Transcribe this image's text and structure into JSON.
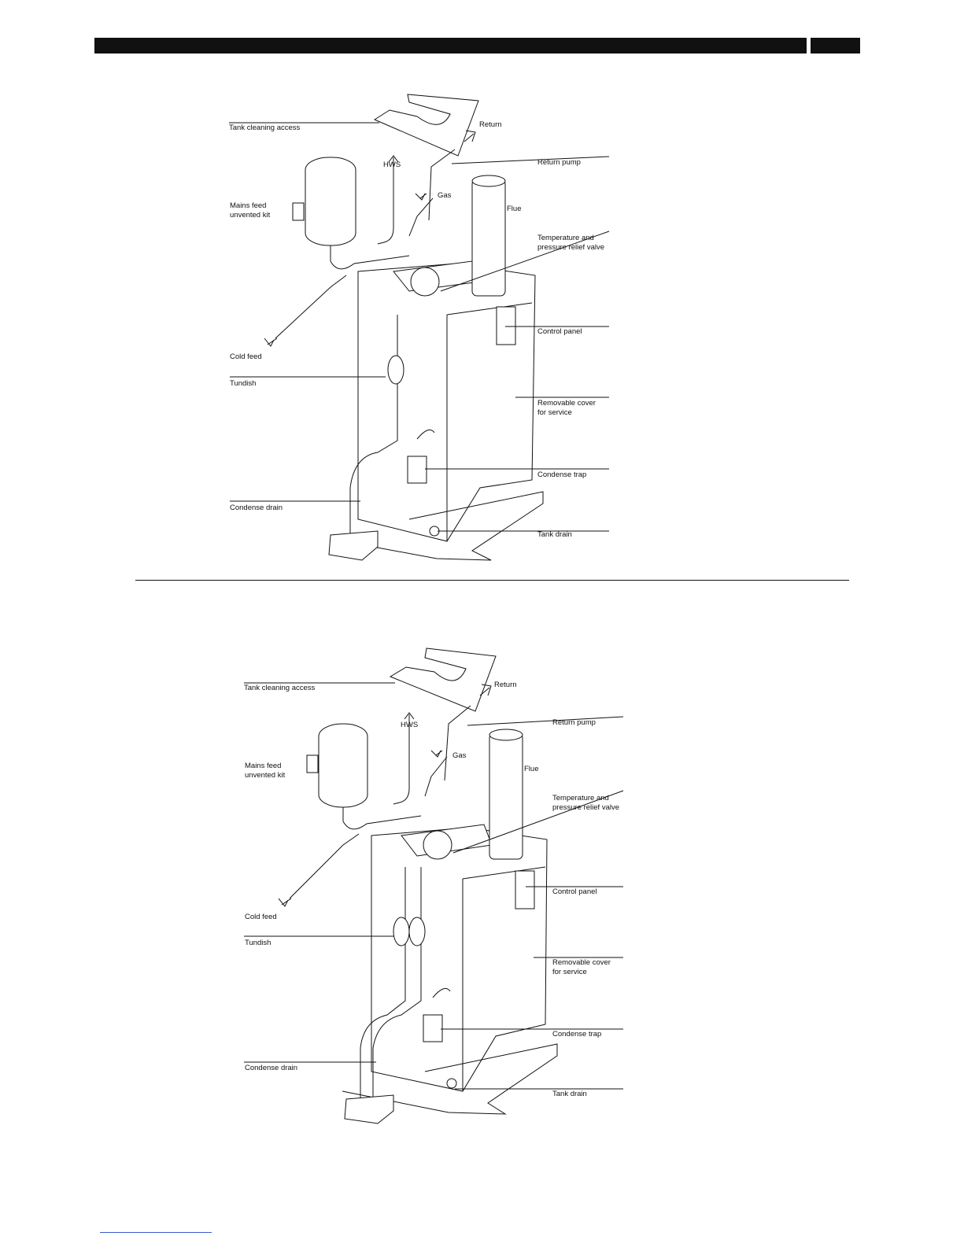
{
  "figures": [
    {
      "id": "figure-1",
      "labels": {
        "tank_cleaning_access": "Tank cleaning access",
        "return": "Return",
        "return_pump": "Return pump",
        "hws": "HWS",
        "gas": "Gas",
        "mains_feed": "Mains feed\nunvented kit",
        "flue": "Flue",
        "tprv": "Temperature and\npressure relief valve",
        "control_panel": "Control panel",
        "cold_feed": "Cold feed",
        "tundish": "Tundish",
        "removable_cover": "Removable cover\nfor service",
        "condense_trap": "Condense trap",
        "condense_drain": "Condense drain",
        "tank_drain": "Tank drain"
      }
    },
    {
      "id": "figure-2",
      "labels": {
        "tank_cleaning_access": "Tank cleaning access",
        "return": "Return",
        "return_pump": "Return pump",
        "hws": "HWS",
        "gas": "Gas",
        "mains_feed": "Mains feed\nunvented kit",
        "flue": "Flue",
        "tprv": "Temperature and\npressure relief valve",
        "control_panel": "Control panel",
        "cold_feed": "Cold feed",
        "tundish": "Tundish",
        "removable_cover": "Removable cover\nfor service",
        "condense_trap": "Condense trap",
        "condense_drain": "Condense drain",
        "tank_drain": "Tank drain"
      }
    }
  ]
}
